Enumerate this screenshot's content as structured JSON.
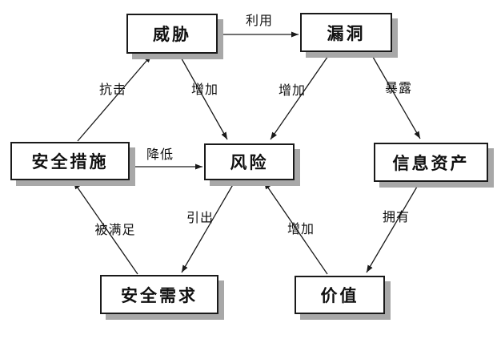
{
  "diagram": {
    "nodes": {
      "threat": {
        "label": "威胁"
      },
      "vulnerability": {
        "label": "漏洞"
      },
      "security_measures": {
        "label": "安全措施"
      },
      "risk": {
        "label": "风险"
      },
      "information_assets": {
        "label": "信息资产"
      },
      "security_requirements": {
        "label": "安全需求"
      },
      "value": {
        "label": "价值"
      }
    },
    "edges": [
      {
        "from": "威胁",
        "to": "漏洞",
        "label": "利用"
      },
      {
        "from": "安全措施",
        "to": "威胁",
        "label": "抗击"
      },
      {
        "from": "威胁",
        "to": "风险",
        "label": "增加"
      },
      {
        "from": "漏洞",
        "to": "风险",
        "label": "增加"
      },
      {
        "from": "漏洞",
        "to": "信息资产",
        "label": "暴露"
      },
      {
        "from": "安全措施",
        "to": "风险",
        "label": "降低"
      },
      {
        "from": "安全需求",
        "to": "安全措施",
        "label": "被满足"
      },
      {
        "from": "风险",
        "to": "安全需求",
        "label": "引出"
      },
      {
        "from": "价值",
        "to": "风险",
        "label": "增加"
      },
      {
        "from": "信息资产",
        "to": "价值",
        "label": "拥有"
      }
    ],
    "colors": {
      "background": "#ffffff",
      "box_fill": "#ffffff",
      "box_border": "#1a1a1a",
      "box_shadow": "#a8a8a8",
      "line": "#1a1a1a",
      "text": "#111111"
    }
  }
}
